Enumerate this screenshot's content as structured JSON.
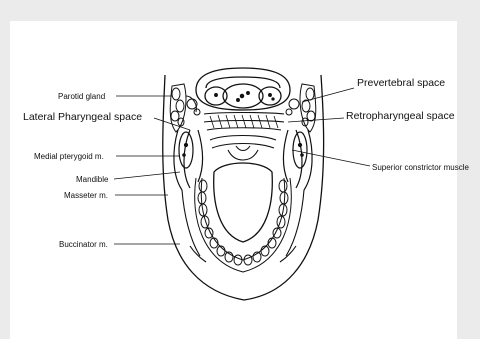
{
  "labels": {
    "parotid_gland": "Parotid gland",
    "lateral_pharyngeal_space": "Lateral Pharyngeal space",
    "medial_pterygoid": "Medial pterygoid m.",
    "mandible": "Mandible",
    "masseter": "Masseter m.",
    "buccinator": "Buccinator m.",
    "prevertebral_space": "Prevertebral space",
    "retropharyngeal_space": "Retropharyngeal space",
    "superior_constrictor": "Superior constrictor muscle"
  },
  "colors": {
    "page_bg": "#ebebeb",
    "panel_bg": "#ffffff",
    "ink": "#111111"
  }
}
